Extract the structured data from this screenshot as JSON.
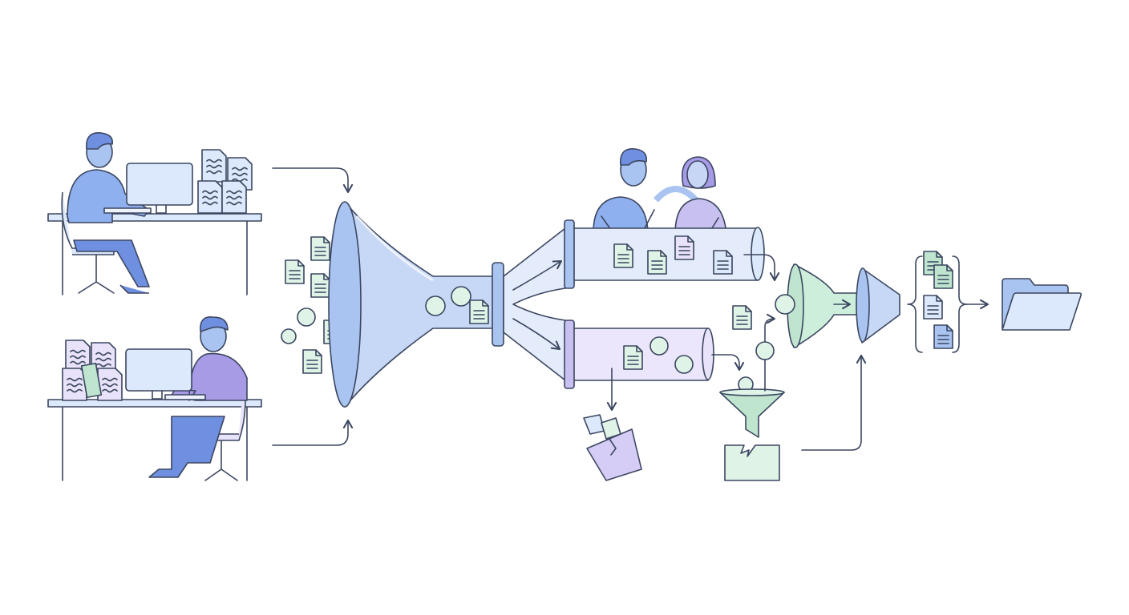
{
  "illustration": {
    "stages": [
      "workstations",
      "intake-funnel",
      "review-channels",
      "filter-funnels",
      "organized-documents",
      "folder"
    ],
    "colors": {
      "blue": "#a9c4f0",
      "light_blue": "#dce8fb",
      "purple": "#c8c0f0",
      "light_purple": "#e8e2fa",
      "green": "#bfe5cf",
      "light_green": "#dff3e7",
      "skin": "#9fb8ea",
      "outline": "#3b4660",
      "background": "#ffffff"
    }
  }
}
